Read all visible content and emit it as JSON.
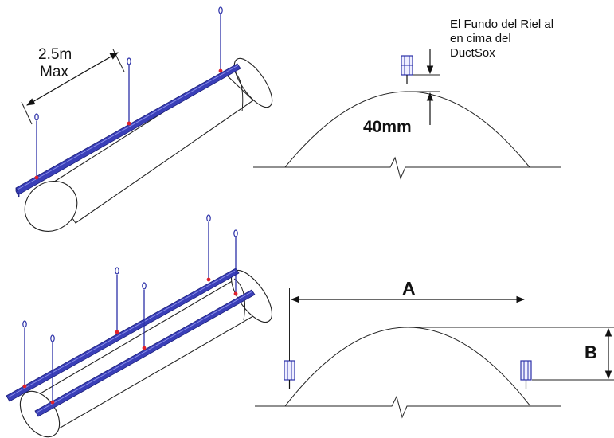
{
  "labels": {
    "spacing": "2.5m",
    "spacing_qualifier": "Max",
    "note_line1": "El Fundo del Riel al",
    "note_line2": "en cima del",
    "note_line3": "DuctSox",
    "clearance": "40mm",
    "dim_a": "A",
    "dim_b": "B"
  },
  "colors": {
    "rail": "#3a3fb8",
    "hanger": "#2b30a8",
    "clip": "#e0202a",
    "line": "#111111"
  }
}
